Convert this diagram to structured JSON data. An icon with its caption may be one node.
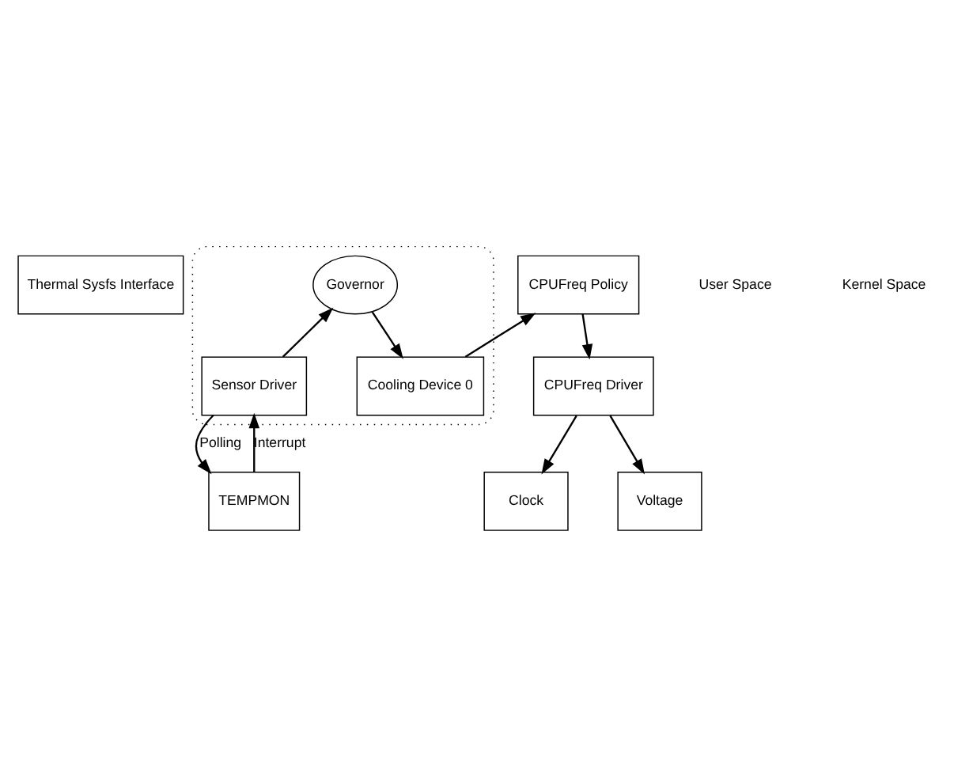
{
  "diagram": {
    "nodes": [
      {
        "text": [
          "Thermal Sysfs Interface"
        ]
      },
      {
        "text": [],
        "shape": "box"
      },
      {
        "text": [
          "Governor"
        ],
        "in": 1
      },
      {
        "text": [
          "CPUFreq Policy"
        ]
      },
      {
        "text": [
          "Cooling Device 0"
        ],
        "in": 1
      },
      {
        "text": [
          "Sensor Driver"
        ],
        "in": 1
      },
      {
        "text": [
          "CPUFreq Driver"
        ]
      },
      {
        "text": [
          "Clock"
        ]
      },
      {
        "text": [
          "Voltage"
        ]
      },
      {
        "text": [
          "TEMPMON"
        ]
      }
    ],
    "edges": [
      {
        "from": 2,
        "to": 4,
        "arrow": "to"
      },
      {
        "from": 5,
        "to": 2,
        "arrow": "to"
      },
      {
        "from": 4,
        "to": 3,
        "arrow": "to"
      },
      {
        "from": 3,
        "to": 6,
        "arrow": "to"
      },
      {
        "from": 6,
        "to": 7,
        "arrow": "to"
      },
      {
        "from": 6,
        "to": 8,
        "arrow": "to"
      },
      {
        "from": 5,
        "to": 9,
        "arrow": "to",
        "label": "Polling"
      },
      {
        "from": 9,
        "to": 5,
        "arrow": "to",
        "label": "Interrupt"
      }
    ],
    "labels": [
      "User Space",
      "Kernel Space"
    ]
  }
}
